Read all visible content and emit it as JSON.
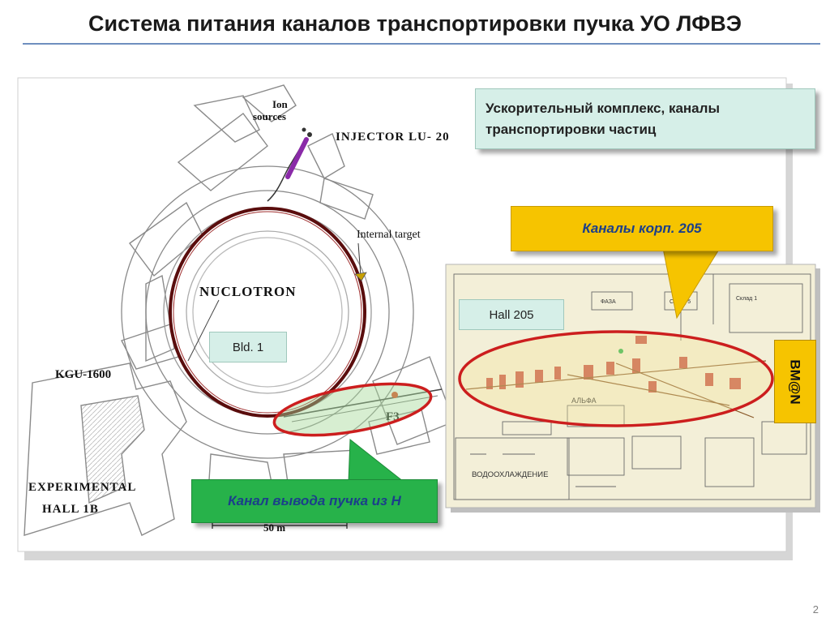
{
  "slide": {
    "title": "Система питания каналов транспортировки пучка УО ЛФВЭ",
    "page_number": "2"
  },
  "map": {
    "ion_sources": "Ion\nsources",
    "injector": "INJECTOR LU- 20",
    "internal_target": "Internal target",
    "nuclotron": "NUCLOTRON",
    "kgu": "KGU-1600",
    "experimental_hall": "EXPERIMENTAL\nHALL 1B",
    "f3": "F3",
    "scale": "50 m"
  },
  "labels": {
    "bld1": "Bld. 1",
    "hall205": "Hall 205",
    "bmn": "BM@N"
  },
  "callouts": {
    "complex": "Ускорительный комплекс, каналы транспортировки частиц",
    "hall205_channels": "Каналы корп. 205",
    "extraction": "Канал вывода пучка из Н"
  },
  "floorplan": {
    "alpha": "АЛЬФА",
    "water_cooling": "ВОДООХЛАЖДЕНИЕ",
    "faza": "ФАЗА",
    "sklad": "Склад 5",
    "sklad2": "Склад 1"
  },
  "colors": {
    "ring": "#5a0d0d",
    "ellipse": "#cc1e1e",
    "callout_green": "#27b24a",
    "callout_yellow": "#f6c400",
    "callout_teal": "#d6efe8",
    "floorplan": "#f3efd8"
  }
}
